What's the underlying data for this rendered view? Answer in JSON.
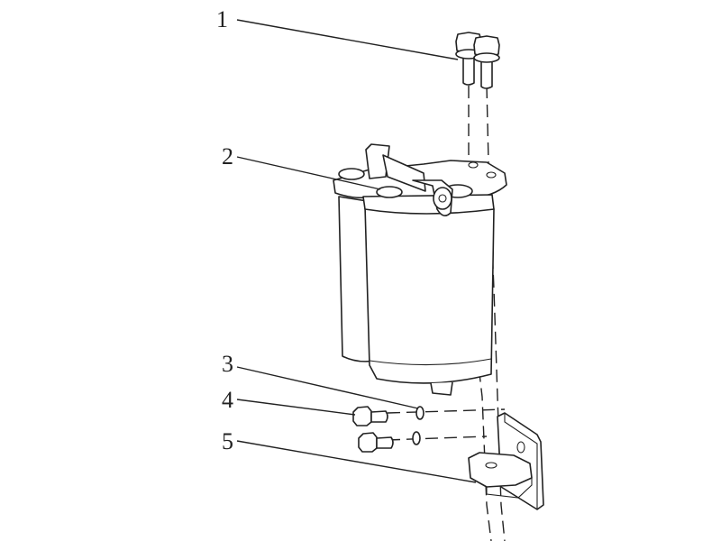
{
  "diagram": {
    "callouts": [
      {
        "label": "1"
      },
      {
        "label": "2"
      },
      {
        "label": "3"
      },
      {
        "label": "4"
      },
      {
        "label": "5"
      }
    ]
  }
}
